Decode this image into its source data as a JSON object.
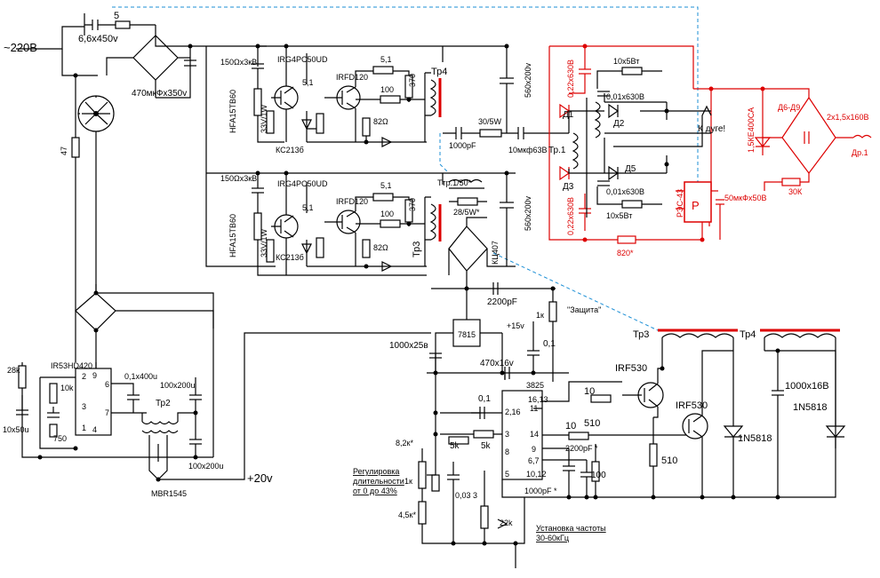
{
  "labels": {
    "mains": "~220В",
    "mains_cap": "6,6x450v",
    "fuse": "5",
    "filter_cap": "470мкФx350v",
    "r47": "47",
    "snub_top": "150Ωx3кВ",
    "igbt_top": "IRG4PC50UD",
    "r51_top": "5,1",
    "r5_1a": "5,1",
    "irfd_top": "IRFD120",
    "r100_top": "100",
    "r370_top": "370",
    "r82_top": "82Ω",
    "tr4": "Тр4",
    "hfa_top": "HFA15TB60",
    "v33_top": "33V/1W",
    "kc_top": "КС213б",
    "c560_top": "560x200v",
    "c1000pf": "1000pF",
    "r30_5": "30/5W",
    "c10mkf": "10мкф63В",
    "tr1": "Тр.1",
    "snub_bot": "150Ωx3кВ",
    "igbt_bot": "IRG4PC50UD",
    "r51_bot": "5,1",
    "r5_1b": "5,1",
    "irfd_bot": "IRFD120",
    "r100_bot": "100",
    "r370_bot": "370",
    "r82_bot": "82Ω",
    "tr3_small": "Тр3",
    "hfa_bot": "HFA15TB60",
    "v33_bot": "33V/1W",
    "kc_bot": "КС213б",
    "c560_bot": "560x200v",
    "ttr": "Ттр.1/50*",
    "r28_5": "28/5W*",
    "kc407": "КЦ407",
    "c2200pf": "2200pF",
    "zashita": "\"Защита\"",
    "r1k_a": "1к",
    "ic7815": "7815",
    "v15": "+15v",
    "c1000x25": "1000x25в",
    "c470x16": "470x16v",
    "c01a": "0,1",
    "c01b": "0,1",
    "ic3825": "3825",
    "pins_16_13": "16,13",
    "pin11": "11",
    "pins_2_16": "2,16",
    "pin3": "3",
    "pin14": "14",
    "pin8": "8",
    "pin9": "9",
    "pins_6_7": "6,7",
    "pins_10_12": "10,12",
    "pin5": "5",
    "r10a": "10",
    "r10b": "10",
    "r510a": "510",
    "r510b": "510",
    "r5k_a": "5k",
    "r5k_b": "5k",
    "c2200pf_b": "2200pF *",
    "c1000pf_b": "1000pF *",
    "r100c": "100",
    "c0033": "0,03 3",
    "r82k": "8,2к*",
    "r1k_b": "1к",
    "r45k": "4,5к*",
    "r22k": "22k",
    "reg_note_1": "Регулировка",
    "reg_note_2": "длительности",
    "reg_note_3": "от 0 до 43%",
    "freq_note_1": "Установка частоты",
    "freq_note_2": "30-60кГц",
    "irf530a": "IRF530",
    "irf530b": "IRF530",
    "tr3_big": "Тр3",
    "tr4_big": "Тр4",
    "c1000x16": "1000x16В",
    "d1n5818a": "1N5818",
    "d1n5818b": "1N5818",
    "ir_ic": "IR53HD420",
    "r28k": "28k",
    "r10k": "10k",
    "r750": "750",
    "c10x50": "10x50u",
    "c01x400": "0,1x400u",
    "tr2": "Тр2",
    "c100x200a": "100x200u",
    "c100x200b": "100x200u",
    "mbr": "MBR1545",
    "v20": "+20v",
    "ic_p2": "2",
    "ic_p3": "3",
    "ic_p1": "1",
    "ic_p9": "9",
    "ic_p6": "6",
    "ic_p7": "7",
    "ic_p4": "4",
    "c022a": "0,22x630В",
    "c022b": "0,22x630В",
    "r10x5a": "10x5Вт",
    "r10x5b": "10x5Вт",
    "c001a": "0,01x630В",
    "c001b": "0,01x630В",
    "d1": "Д1",
    "d2": "Д2",
    "d3": "Д3",
    "d5": "Д5",
    "k_duge": "К дуге!",
    "relay_p": "P",
    "relay_name": "РЭС-43",
    "c50x50": "50мкФx50В",
    "r820": "820*",
    "d15": "1,5КЕ400СА",
    "d6d9": "Д6-Д9",
    "c2x1": "2x1,5x160В",
    "r30k": "30К",
    "dr1": "Др.1"
  },
  "colors": {
    "wire": "#000000",
    "output_stage": "#dd0000",
    "optical_link": "#1c8fd6"
  }
}
